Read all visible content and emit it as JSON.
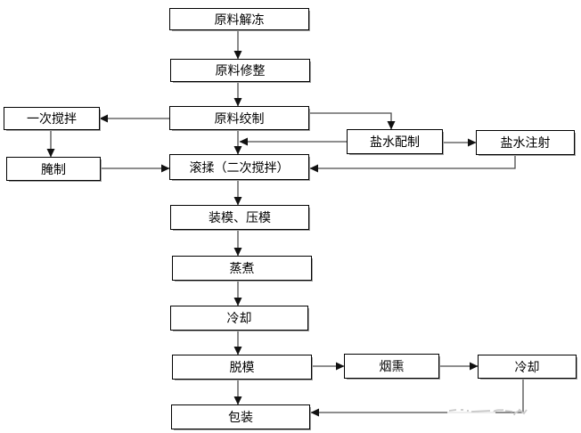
{
  "diagram": {
    "type": "flowchart",
    "direction": "top-down",
    "colors": {
      "background": "#ffffff",
      "node_fill": "#ffffff",
      "node_border": "#000000",
      "node_shadow": "#9e9e9e",
      "connector": "#4a4a4a",
      "arrowhead": "#111111",
      "text": "#000000",
      "watermark": "#c9c9c9"
    }
  },
  "nodes": [
    {
      "id": "thaw",
      "label": "原料解冻"
    },
    {
      "id": "trim",
      "label": "原料修整"
    },
    {
      "id": "grind",
      "label": "原料绞制"
    },
    {
      "id": "mix1",
      "label": "一次搅拌"
    },
    {
      "id": "cure",
      "label": "腌制"
    },
    {
      "id": "brine-prep",
      "label": "盐水配制"
    },
    {
      "id": "brine-inject",
      "label": "盐水注射"
    },
    {
      "id": "tumble",
      "label": "滚揉（二次搅拌）"
    },
    {
      "id": "mold-press",
      "label": "装模、压模"
    },
    {
      "id": "cook",
      "label": "蒸煮"
    },
    {
      "id": "cool1",
      "label": "冷却"
    },
    {
      "id": "demold",
      "label": "脱模"
    },
    {
      "id": "smoke",
      "label": "烟熏"
    },
    {
      "id": "cool2",
      "label": "冷却"
    },
    {
      "id": "pack",
      "label": "包装"
    }
  ],
  "edges": [
    {
      "from": "原料解冻",
      "to": "原料修整"
    },
    {
      "from": "原料修整",
      "to": "原料绞制"
    },
    {
      "from": "原料绞制",
      "to": "一次搅拌"
    },
    {
      "from": "原料绞制",
      "to": "盐水配制"
    },
    {
      "from": "原料绞制",
      "to": "滚揉（二次搅拌）"
    },
    {
      "from": "一次搅拌",
      "to": "腌制"
    },
    {
      "from": "腌制",
      "to": "滚揉（二次搅拌）"
    },
    {
      "from": "盐水配制",
      "to": "盐水注射"
    },
    {
      "from": "盐水配制",
      "to": "滚揉（二次搅拌）"
    },
    {
      "from": "盐水注射",
      "to": "滚揉（二次搅拌）"
    },
    {
      "from": "滚揉（二次搅拌）",
      "to": "装模、压模"
    },
    {
      "from": "装模、压模",
      "to": "蒸煮"
    },
    {
      "from": "蒸煮",
      "to": "冷却"
    },
    {
      "from": "冷却",
      "to": "脱模"
    },
    {
      "from": "脱模",
      "to": "烟熏"
    },
    {
      "from": "脱模",
      "to": "包装"
    },
    {
      "from": "烟熏",
      "to": "冷却"
    },
    {
      "from": "冷却",
      "to": "包装"
    }
  ]
}
